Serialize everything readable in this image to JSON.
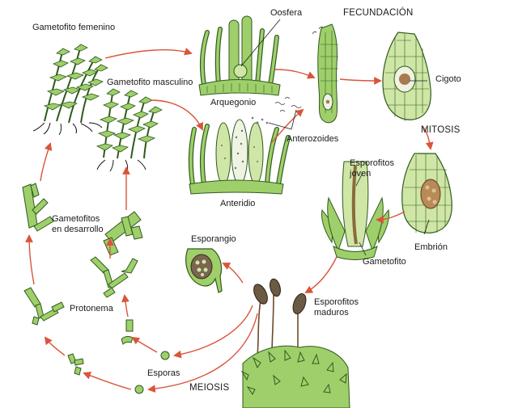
{
  "labels": {
    "gametofito_femenino": "Gametofito femenino",
    "gametofito_masculino": "Gametofito masculino",
    "arquegonio": "Arquegonio",
    "oosfera": "Oosfera",
    "fecundacion": "FECUNDACIÓN",
    "cigoto": "Cigoto",
    "mitosis": "MITOSIS",
    "anterozoides": "Anterozoides",
    "anteridio": "Anteridio",
    "esporofitos_joven": "Esporofitos joven",
    "embrion": "Embrión",
    "gametofito": "Gametofito",
    "gametofitos_en_desarrollo": "Gametofitos en desarrollo",
    "esporangio": "Esporangio",
    "esporofitos_maduros": "Esporofitos maduros",
    "protonema": "Protonema",
    "esporas": "Esporas",
    "meiosis": "MEIOSIS"
  },
  "colors": {
    "arrow": "#d9553a",
    "plant_green": "#9fcf6a",
    "plant_dark": "#2f5a1e",
    "cell_light": "#cfe6a6",
    "nucleus": "#a87a50",
    "capsule": "#6b5a44"
  }
}
